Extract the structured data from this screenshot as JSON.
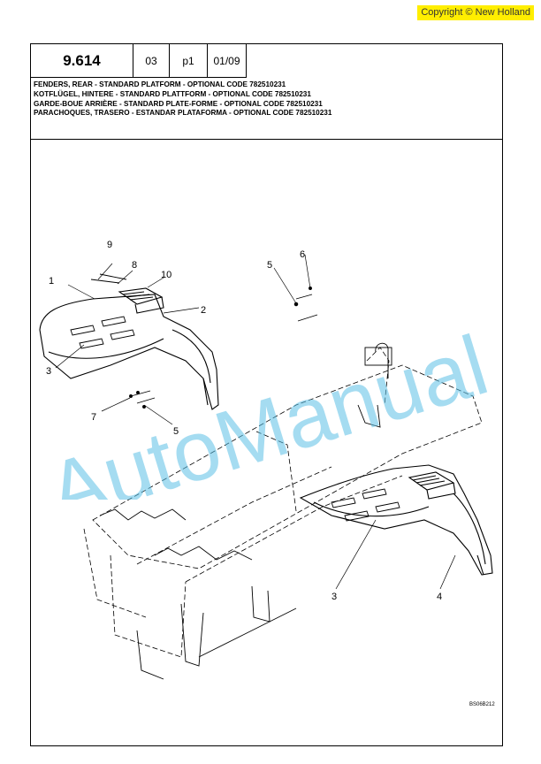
{
  "copyright": "Copyright © New Holland",
  "header": {
    "page_code": "9.614",
    "revision": "03",
    "page": "p1",
    "date": "01/09"
  },
  "titles": [
    "FENDERS, REAR - STANDARD PLATFORM - OPTIONAL CODE 782510231",
    "KOTFLÜGEL, HINTERE - STANDARD PLATTFORM - OPTIONAL CODE 782510231",
    "GARDE-BOUE ARRIÈRE - STANDARD PLATE-FORME - OPTIONAL CODE 782510231",
    "PARACHOQUES, TRASERO - ESTANDAR PLATAFORMA - OPTIONAL CODE 782510231"
  ],
  "callouts": {
    "c9": "9",
    "c8": "8",
    "c10": "10",
    "c1": "1",
    "c2": "2",
    "c3a": "3",
    "c7": "7",
    "c5a": "5",
    "c5b": "5",
    "c6": "6",
    "c3b": "3",
    "c4": "4"
  },
  "figure_code": "BS06B212",
  "watermark": "AutoManual"
}
